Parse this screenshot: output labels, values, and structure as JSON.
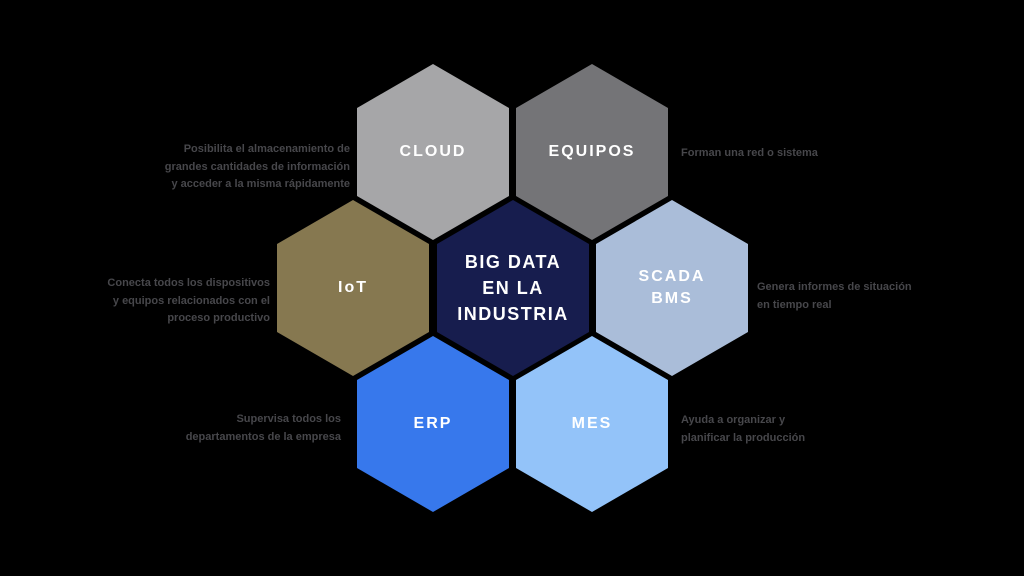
{
  "background_color": "#000000",
  "description_text_color": "#47474b",
  "hexagon_label_color": "#ffffff",
  "center": {
    "line1": "BIG DATA",
    "line2": "EN LA",
    "line3": "INDUSTRIA",
    "color": "#171d4e"
  },
  "hexagons": {
    "cloud": {
      "label": "CLOUD",
      "color": "#a6a6a8",
      "desc": [
        "Posibilita el almacenamiento de",
        "grandes cantidades de información",
        "y acceder a la misma rápidamente"
      ]
    },
    "equipos": {
      "label": "EQUIPOS",
      "color": "#747477",
      "desc": [
        "Forman una red o sistema"
      ]
    },
    "iot": {
      "label": "IoT",
      "color": "#867850",
      "desc": [
        "Conecta todos los dispositivos",
        "y equipos relacionados con el",
        "proceso productivo"
      ]
    },
    "scada": {
      "label_line1": "SCADA",
      "label_line2": "BMS",
      "color": "#aabdd9",
      "desc": [
        "Genera informes de situación",
        "en tiempo real"
      ]
    },
    "erp": {
      "label": "ERP",
      "color": "#3778ec",
      "desc": [
        "Supervisa todos los",
        "departamentos de la empresa"
      ]
    },
    "mes": {
      "label": "MES",
      "color": "#93c3f9",
      "desc": [
        "Ayuda a organizar y",
        "planificar la producción"
      ]
    }
  }
}
